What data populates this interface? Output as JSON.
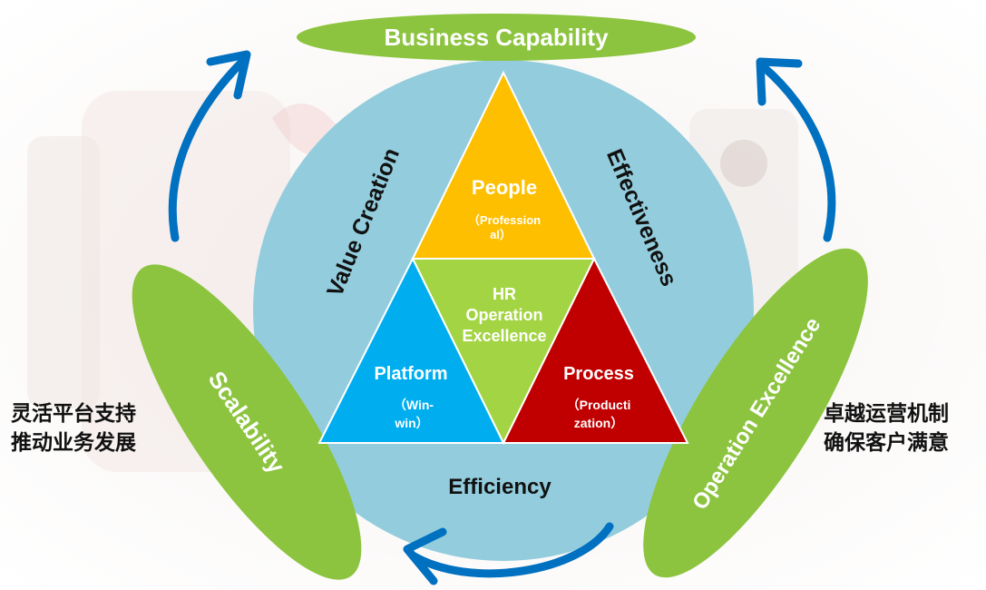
{
  "title_banner": "Business Capability",
  "ring": {
    "left_label": "Value Creation",
    "right_label": "Effectiveness",
    "bottom_label": "Efficiency"
  },
  "triangles": {
    "top": {
      "title": "People",
      "subtitle_line1": "（Profession",
      "subtitle_line2": "al）",
      "color": "#FDBF00"
    },
    "center": {
      "line1": "HR",
      "line2": "Operation",
      "line3": "Excellence",
      "color": "#A3D443"
    },
    "left": {
      "title": "Platform",
      "subtitle_line1": "（Win-",
      "subtitle_line2": "win）",
      "color": "#00AEEF"
    },
    "right": {
      "title": "Process",
      "subtitle_line1": "（Producti",
      "subtitle_line2": "zation）",
      "color": "#C00000"
    }
  },
  "left_leaf": {
    "label": "Scalability"
  },
  "right_leaf": {
    "label": "Operation Excellence"
  },
  "left_caption": {
    "line1": "灵活平台支持",
    "line2": "推动业务发展"
  },
  "right_caption": {
    "line1": "卓越运营机制",
    "line2": "确保客户满意"
  },
  "colors": {
    "ring": "#93CDDD",
    "leaf_green": "#8CC43F",
    "arrow_blue": "#0070C0",
    "text_dark": "#111111",
    "text_white": "#FFFFFF"
  }
}
